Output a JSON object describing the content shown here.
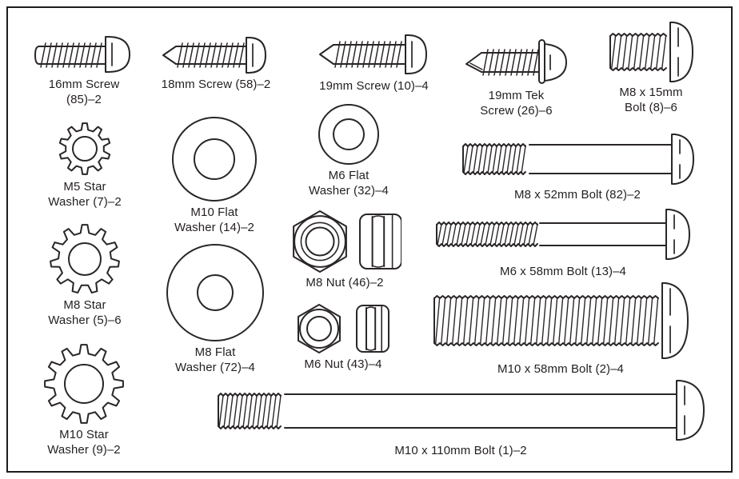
{
  "style": {
    "background": "#ffffff",
    "border_color": "#1d1d1d",
    "line_color": "#2a2627",
    "text_color": "#231f20"
  },
  "parts": [
    {
      "name": "16mm-screw",
      "label": "16mm Screw\n(85)–2"
    },
    {
      "name": "18mm-screw",
      "label": "18mm Screw (58)–2"
    },
    {
      "name": "19mm-screw",
      "label": "19mm Screw (10)–4"
    },
    {
      "name": "19mm-tek-screw",
      "label": "19mm Tek\nScrew (26)–6"
    },
    {
      "name": "m8x15mm-bolt",
      "label": "M8 x 15mm\nBolt (8)–6"
    },
    {
      "name": "m5-star-washer",
      "label": "M5 Star\nWasher (7)–2"
    },
    {
      "name": "m8-star-washer",
      "label": "M8 Star\nWasher (5)–6"
    },
    {
      "name": "m10-star-washer",
      "label": "M10 Star\nWasher (9)–2"
    },
    {
      "name": "m10-flat-washer",
      "label": "M10 Flat\nWasher (14)–2"
    },
    {
      "name": "m8-flat-washer",
      "label": "M8 Flat\nWasher (72)–4"
    },
    {
      "name": "m6-flat-washer",
      "label": "M6 Flat\nWasher (32)–4"
    },
    {
      "name": "m8-nut",
      "label": "M8 Nut (46)–2"
    },
    {
      "name": "m6-nut",
      "label": "M6 Nut (43)–4"
    },
    {
      "name": "m8x52mm-bolt",
      "label": "M8 x 52mm Bolt (82)–2"
    },
    {
      "name": "m6x58mm-bolt",
      "label": "M6 x 58mm Bolt (13)–4"
    },
    {
      "name": "m10x58mm-bolt",
      "label": "M10 x 58mm Bolt (2)–4"
    },
    {
      "name": "m10x110mm-bolt",
      "label": "M10 x 110mm Bolt (1)–2"
    }
  ]
}
